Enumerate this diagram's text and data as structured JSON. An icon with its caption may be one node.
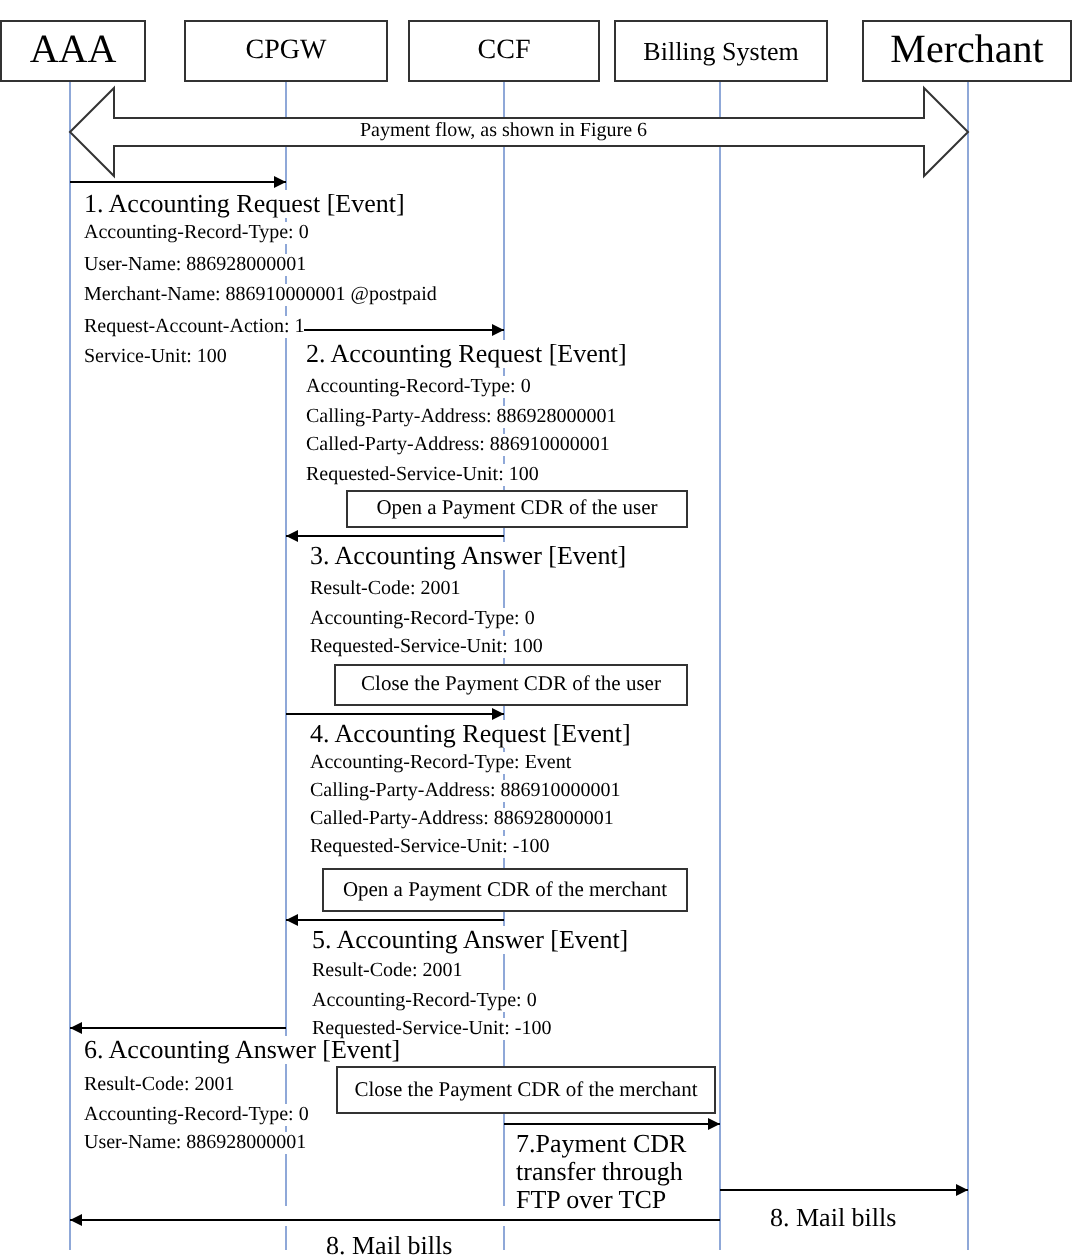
{
  "diagram": {
    "nodes": [
      {
        "text": [
          "AAA"
        ]
      },
      {
        "text": [
          "CPGW"
        ]
      },
      {
        "text": [
          "CCF"
        ]
      },
      {
        "text": [
          "Billing System"
        ]
      },
      {
        "text": [
          "Merchant"
        ]
      },
      {
        "text": [
          "Open a Payment CDR of the user"
        ]
      },
      {
        "text": [
          "Close the Payment CDR of the user"
        ]
      },
      {
        "text": [
          "Open a  Payment CDR of the merchant"
        ]
      },
      {
        "text": [
          "Close the Payment CDR of the merchant"
        ]
      }
    ],
    "edges": [
      {
        "from": 0,
        "to": 4,
        "arrow": "both",
        "label": "Payment flow, as shown in Figure 6"
      },
      {
        "from": 0,
        "to": 1,
        "arrow": "to",
        "label": "1. Accounting Request [Event]"
      },
      {
        "from": 1,
        "to": 2,
        "arrow": "to",
        "label": "2. Accounting Request [Event]"
      },
      {
        "from": 2,
        "to": 1,
        "arrow": "to",
        "label": "3. Accounting Answer [Event]"
      },
      {
        "from": 1,
        "to": 2,
        "arrow": "to",
        "label": "4. Accounting Request [Event]"
      },
      {
        "from": 2,
        "to": 1,
        "arrow": "to",
        "label": "5. Accounting Answer [Event]"
      },
      {
        "from": 1,
        "to": 0,
        "arrow": "to",
        "label": "6. Accounting Answer [Event]"
      },
      {
        "from": 2,
        "to": 3,
        "arrow": "to",
        "label": "7.Payment CDR transfer through FTP over TCP"
      },
      {
        "from": 3,
        "to": 4,
        "arrow": "to",
        "label": "8. Mail bills"
      },
      {
        "from": 3,
        "to": 0,
        "arrow": "to",
        "label": "8. Mail bills"
      }
    ],
    "labels": [
      "Accounting-Record-Type: 0",
      "User-Name: 886928000001",
      "Merchant-Name: 886910000001 @postpaid",
      "Request-Account-Action: 1",
      "Service-Unit: 100",
      "Accounting-Record-Type: 0",
      "Calling-Party-Address: 886928000001",
      "Called-Party-Address: 886910000001",
      "Requested-Service-Unit: 100",
      "Result-Code: 2001",
      "Accounting-Record-Type: 0",
      "Requested-Service-Unit: 100",
      "Accounting-Record-Type: Event",
      "Calling-Party-Address: 886910000001",
      "Called-Party-Address: 886928000001",
      "Requested-Service-Unit: -100",
      "Result-Code: 2001",
      "Accounting-Record-Type: 0",
      "Requested-Service-Unit: -100",
      "Result-Code: 2001",
      "Accounting-Record-Type: 0",
      "User-Name: 886928000001"
    ]
  }
}
